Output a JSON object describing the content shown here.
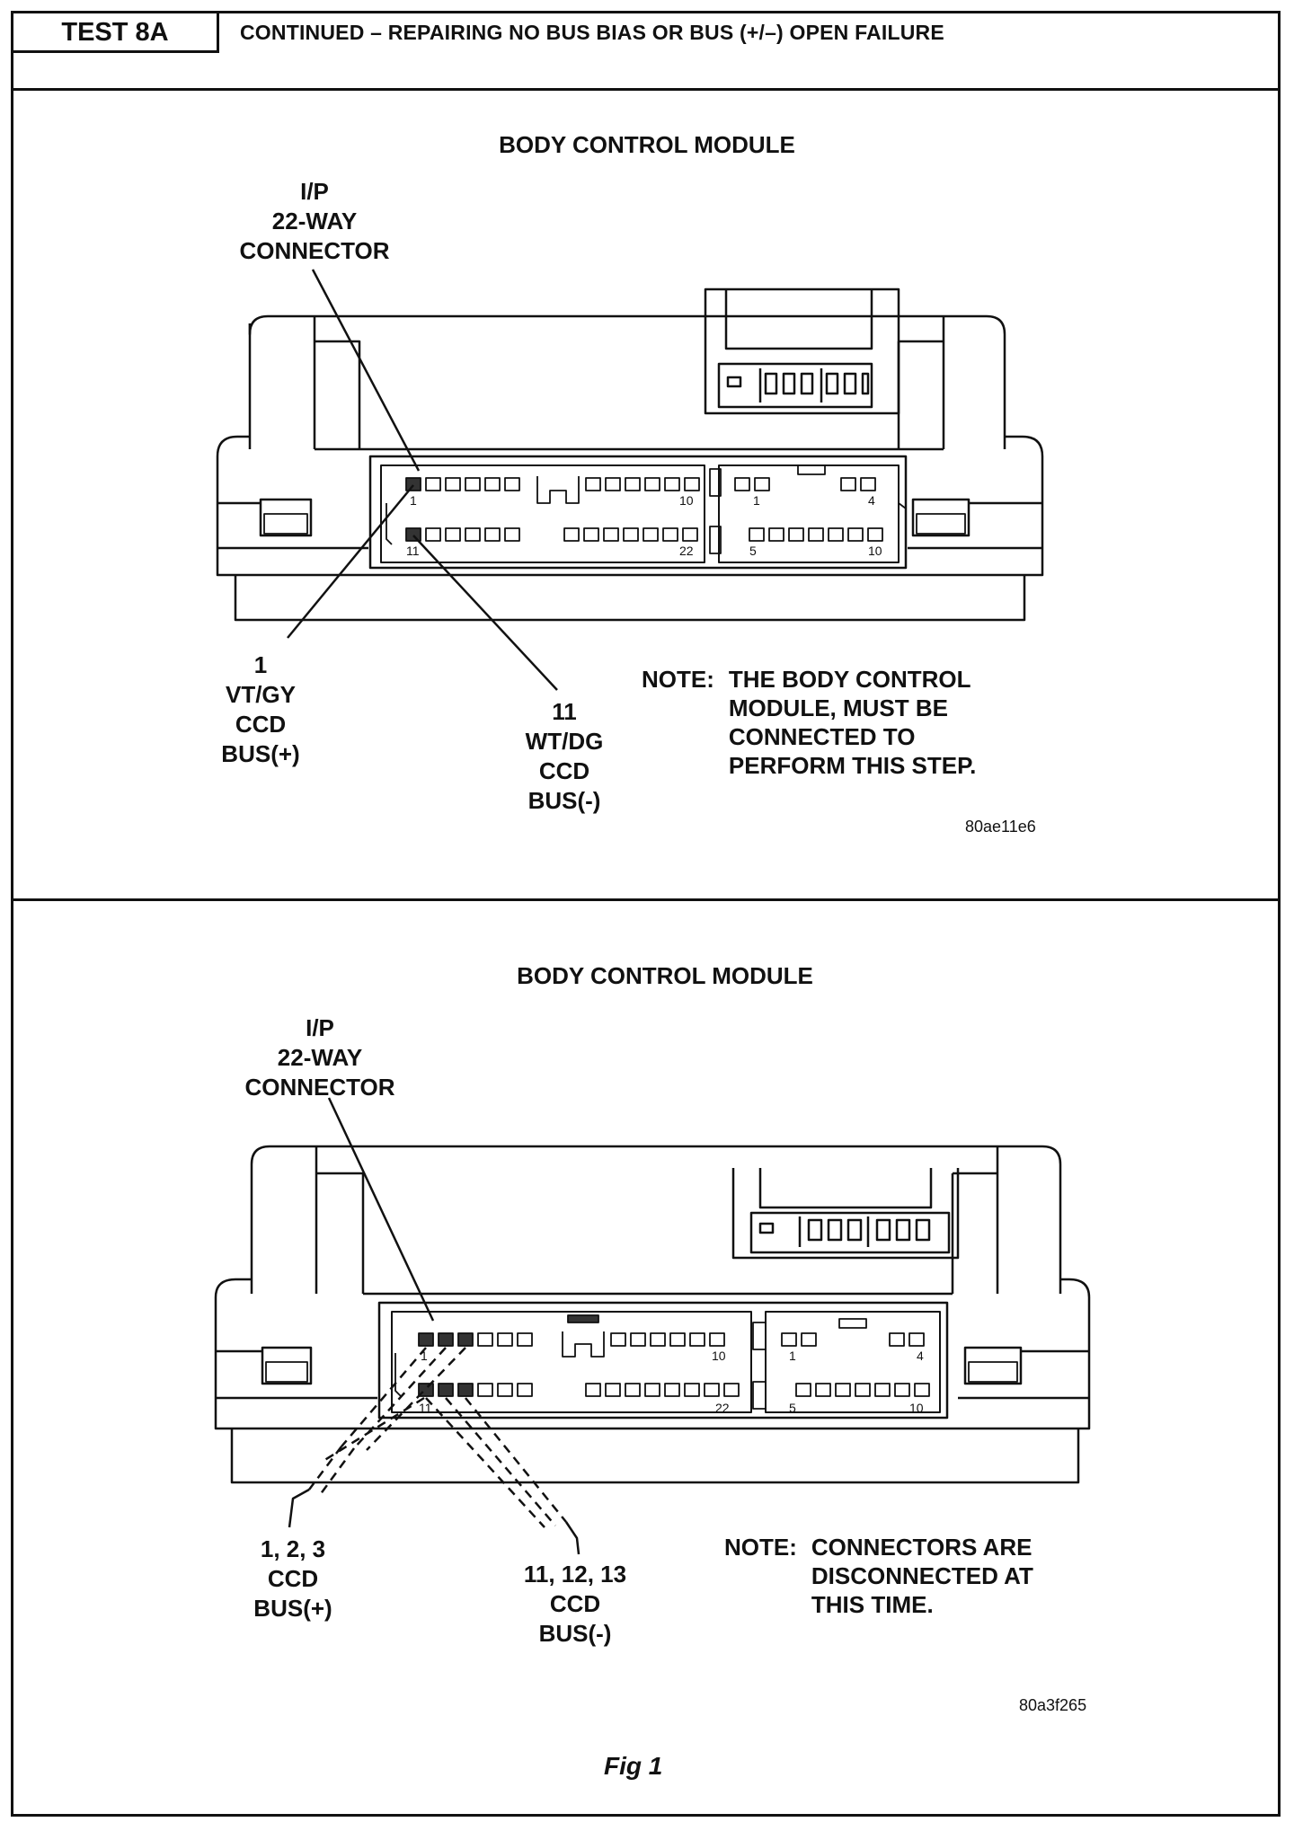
{
  "header": {
    "test_id": "TEST 8A",
    "title": "CONTINUED – REPAIRING NO BUS BIAS OR BUS (+/–) OPEN FAILURE"
  },
  "panel_top": {
    "title": "BODY CONTROL MODULE",
    "connector_label": [
      "I/P",
      "22-WAY",
      "CONNECTOR"
    ],
    "left_callout": [
      "1",
      "VT/GY",
      "CCD",
      "BUS(+)"
    ],
    "right_callout": [
      "11",
      "WT/DG",
      "CCD",
      "BUS(-)"
    ],
    "note_key": "NOTE:",
    "note_lines": [
      "THE BODY CONTROL",
      "MODULE, MUST BE",
      "CONNECTED TO",
      "PERFORM THIS STEP."
    ],
    "image_code": "80ae11e6",
    "pins": {
      "a1": "1",
      "a10": "10",
      "a11": "11",
      "a22": "22",
      "b1": "1",
      "b4": "4",
      "b5": "5",
      "b10": "10"
    }
  },
  "panel_bottom": {
    "title": "BODY CONTROL MODULE",
    "connector_label": [
      "I/P",
      "22-WAY",
      "CONNECTOR"
    ],
    "left_callout": [
      "1, 2, 3",
      "CCD",
      "BUS(+)"
    ],
    "right_callout": [
      "11, 12, 13",
      "CCD",
      "BUS(-)"
    ],
    "note_key": "NOTE:",
    "note_lines": [
      "CONNECTORS ARE",
      "DISCONNECTED AT",
      "THIS TIME."
    ],
    "image_code": "80a3f265",
    "pins": {
      "a1": "1",
      "a10": "10",
      "a11": "11",
      "a22": "22",
      "b1": "1",
      "b4": "4",
      "b5": "5",
      "b10": "10"
    }
  },
  "caption": "Fig 1"
}
